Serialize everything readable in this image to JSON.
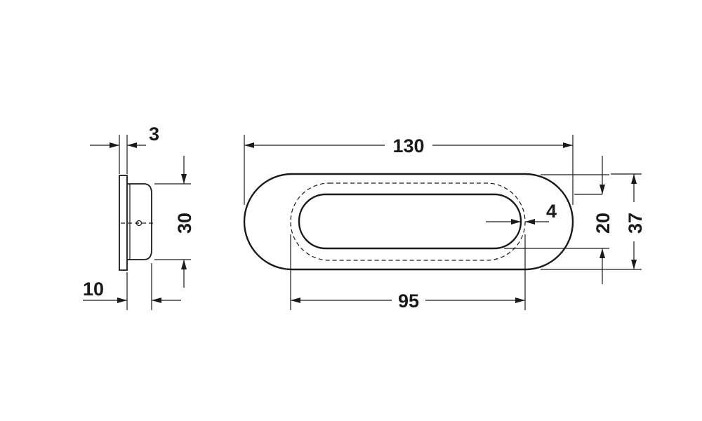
{
  "diagram": {
    "colors": {
      "ink": "#1a1a1a",
      "background": "#ffffff"
    },
    "side_view": {
      "dimensions": {
        "flange_thickness": "3",
        "height": "30",
        "depth": "10"
      }
    },
    "front_view": {
      "dimensions": {
        "overall_length": "130",
        "recess_length": "95",
        "overall_height": "37",
        "recess_height": "20",
        "rim_width": "4"
      }
    }
  }
}
